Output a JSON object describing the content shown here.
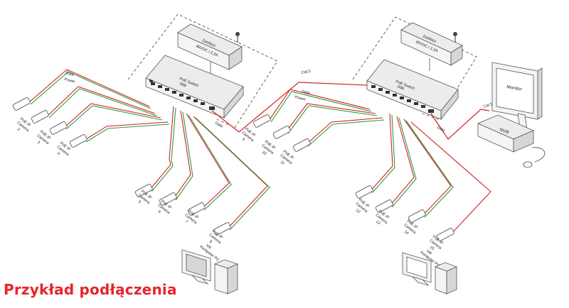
{
  "caption": "Przykład podłączenia",
  "colors": {
    "red": "#d42020",
    "green": "#2e9a3e",
    "caption": "#e8242a"
  },
  "left": {
    "supply": {
      "line1": "Zasilacz",
      "line2": "48VDC / 2,5A"
    },
    "switch": {
      "line1": "PoE Switch",
      "line2": "S98"
    },
    "data_label": "Data",
    "data_label_2": "Data",
    "power_label": "Power",
    "cameras": [
      {
        "line1": "PoE IP",
        "line2": "Camera",
        "line3": "2"
      },
      {
        "line1": "PoE IP",
        "line2": "Camera",
        "line3": "3"
      },
      {
        "line1": "PoE IP",
        "line2": "Camera",
        "line3": "4"
      },
      {
        "line1": "PoE IP",
        "line2": "Camera",
        "line3": "5"
      },
      {
        "line1": "PoE IP",
        "line2": "Camera",
        "line3": "6"
      },
      {
        "line1": "PoE IP",
        "line2": "Camera",
        "line3": "7"
      },
      {
        "line1": "PoE IP",
        "line2": "Camera",
        "line3": "8",
        "line4": "lub",
        "line5": "Komputer PC"
      }
    ]
  },
  "right": {
    "supply": {
      "line1": "Zasilacz",
      "line2": "48VDC / 2,5A"
    },
    "switch": {
      "line1": "PoE Switch",
      "line2": "S98"
    },
    "cat5_label": "Cat.5",
    "cat5_label_2": "Cat.5",
    "data_label": "Data",
    "data_label_2": "Data",
    "power_label": "Power",
    "monitor": "Monitor",
    "nvr": "NVR",
    "cameras": [
      {
        "line1": "PoE IP",
        "line2": "Camera",
        "line3": "9"
      },
      {
        "line1": "PoE IP",
        "line2": "Camera",
        "line3": "10"
      },
      {
        "line1": "PoE IP",
        "line2": "Camera",
        "line3": "11"
      },
      {
        "line1": "PoE IP",
        "line2": "Camera",
        "line3": "12"
      },
      {
        "line1": "PoE IP",
        "line2": "Camera",
        "line3": "13"
      },
      {
        "line1": "PoE IP",
        "line2": "Camera",
        "line3": "14"
      },
      {
        "line1": "PoE IP",
        "line2": "Camera",
        "line3": "15",
        "line4": "lub",
        "line5": "Komputer PC"
      }
    ]
  },
  "icons": [
    "power-supply-icon",
    "poe-switch-icon",
    "ip-camera-icon",
    "pc-icon",
    "monitor-icon",
    "nvr-icon",
    "mouse-icon"
  ]
}
